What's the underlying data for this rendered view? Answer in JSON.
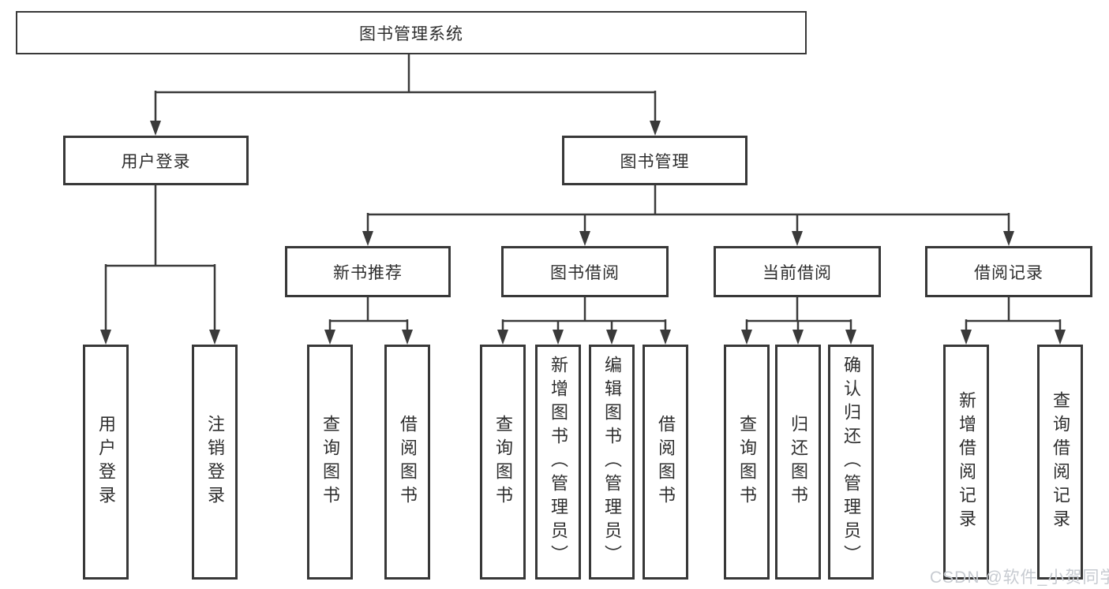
{
  "watermark": {
    "text": "CSDN @软件_小贺同学"
  },
  "colors": {
    "line": "#3a3a3a",
    "box_border": "#383838",
    "text": "#2e2e2e",
    "watermark": "#c7cbd1",
    "background": "#ffffff"
  },
  "tree": {
    "label": "图书管理系统",
    "children": [
      {
        "label": "用户登录",
        "children": [
          {
            "label": "用户登录"
          },
          {
            "label": "注销登录"
          }
        ]
      },
      {
        "label": "图书管理",
        "children": [
          {
            "label": "新书推荐",
            "children": [
              {
                "label": "查询图书"
              },
              {
                "label": "借阅图书"
              }
            ]
          },
          {
            "label": "图书借阅",
            "children": [
              {
                "label": "查询图书"
              },
              {
                "label": "新增图书（管理员）"
              },
              {
                "label": "编辑图书（管理员）"
              },
              {
                "label": "借阅图书"
              }
            ]
          },
          {
            "label": "当前借阅",
            "children": [
              {
                "label": "查询图书"
              },
              {
                "label": "归还图书"
              },
              {
                "label": "确认归还（管理员）"
              }
            ]
          },
          {
            "label": "借阅记录",
            "children": [
              {
                "label": "新增借阅记录"
              },
              {
                "label": "查询借阅记录"
              }
            ]
          }
        ]
      }
    ]
  }
}
